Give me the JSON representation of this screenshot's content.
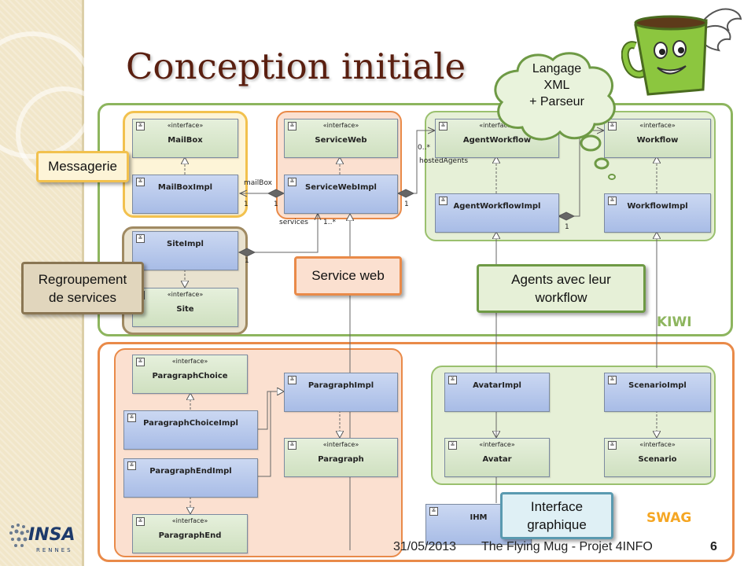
{
  "slide": {
    "title": "Conception initiale",
    "footer_date": "31/05/2013",
    "footer_project": "The Flying Mug - Projet 4INFO",
    "page_number": "6",
    "logo_text": "INSA",
    "logo_subtext": "RENNES"
  },
  "packages": {
    "kiwi": "KIWI",
    "swag": "SWAG"
  },
  "classes": {
    "mailbox": "MailBox",
    "mailbox_impl": "MailBoxImpl",
    "service_web": "ServiceWeb",
    "service_web_impl": "ServiceWebImpl",
    "agent_workflow": "AgentWorkflow",
    "workflow": "Workflow",
    "agent_workflow_impl": "AgentWorkflowImpl",
    "workflow_impl": "WorkflowImpl",
    "site_impl": "SiteImpl",
    "site": "Site",
    "paragraph_choice": "ParagraphChoice",
    "paragraph_choice_impl": "ParagraphChoiceImpl",
    "paragraph_end_impl": "ParagraphEndImpl",
    "paragraph_end": "ParagraphEnd",
    "paragraph_impl": "ParagraphImpl",
    "paragraph": "Paragraph",
    "avatar_impl": "AvatarImpl",
    "avatar": "Avatar",
    "scenario_impl": "ScenarioImpl",
    "scenario": "Scenario",
    "ihm": "IHM",
    "stereotype": "«interface»"
  },
  "associations": {
    "mailbox_role": "mailBox",
    "mailbox_mult_a": "1",
    "mailbox_mult_b": "1",
    "services_role": "services",
    "services_mult": "1..*",
    "site_mult": "1",
    "hosted_role": "hostedAgents",
    "hosted_mult": "0..*",
    "hosted_owner_mult": "1",
    "workflow_mult": "1"
  },
  "callouts": {
    "messagerie": "Messagerie",
    "regroupement_line1": "Regroupement",
    "regroupement_line2": "de services",
    "service_web": "Service web",
    "agents_line1": "Agents avec leur",
    "agents_line2": "workflow",
    "interface_line1": "Interface",
    "interface_line2": "graphique"
  },
  "cloud": {
    "line1": "Langage",
    "line2": "XML",
    "line3": "+ Parseur"
  },
  "colors": {
    "title": "#5a1f10",
    "kiwi": "#8db55e",
    "swag": "#e98a49",
    "swag_label": "#f5a623",
    "mailbox_pkg": "#f2c14e",
    "site_pkg": "#a08a62"
  }
}
